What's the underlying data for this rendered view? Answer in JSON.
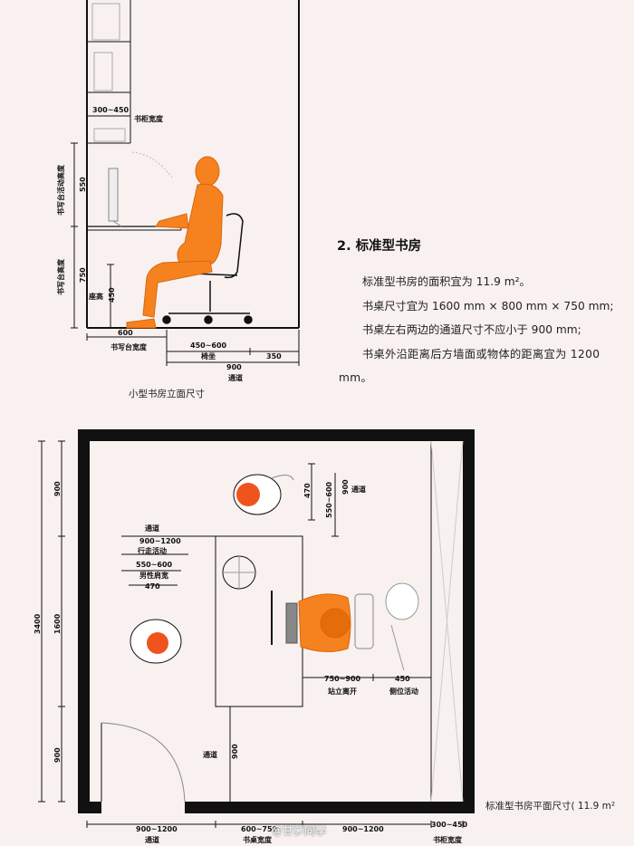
{
  "section": {
    "title": "2. 标准型书房",
    "paragraphs": [
      "标准型书房的面积宜为 11.9 m²。",
      "书桌尺寸宜为 1600 mm × 800 mm × 750 mm;",
      "书桌左右两边的通道尺寸不应小于 900 mm;",
      "书桌外沿距离后方墙面或物体的距离宜为 1200 mm。"
    ]
  },
  "elevation": {
    "caption": "小型书房立面尺寸",
    "labels": {
      "cabinet_width_val": "300~450",
      "cabinet_width": "书柜宽度",
      "activity_height_label": "书写台活动高度",
      "activity_height_val": "550",
      "desk_height_label": "书写台高度",
      "desk_height_val": "750",
      "seat_height_label": "座高",
      "seat_height_val": "450",
      "desk_width_val": "600",
      "desk_width": "书写台宽度",
      "seat_val": "450~600",
      "seat": "椅坐",
      "gap_val": "350",
      "aisle_val": "900",
      "aisle": "通道"
    }
  },
  "plan": {
    "caption": "标准型书房平面尺寸( 11.9 m²",
    "labels": {
      "total_height": "3400",
      "left_top": "900",
      "left_mid": "1600",
      "left_bot": "900",
      "aisle_top_label": "通道",
      "aisle_top_val": "900~1200",
      "walk_label": "行走活动",
      "walk_val": "550~600",
      "shoulder_label": "男性肩宽",
      "shoulder_val": "470",
      "chair_470": "470",
      "chair_range": "550~600",
      "top_aisle_val": "900",
      "top_aisle_label": "通道",
      "stand_val": "750~900",
      "stand_label": "站立离开",
      "side_val": "450",
      "side_label": "侧位活动",
      "bottom_aisle_val": "900",
      "bottom_aisle_label": "通道",
      "b1_val": "900~1200",
      "b1_label": "通道",
      "b2_val": "600~750",
      "b2_label": "书桌宽度",
      "b3_val": "900~1200",
      "b4_val": "300~450",
      "b4_label": "书柜宽度"
    }
  },
  "watermark": "@甘夢同學",
  "colors": {
    "figure": "#f5821f",
    "figure_dark": "#d9670c",
    "wall": "#111111",
    "background": "#f8f1f0"
  }
}
